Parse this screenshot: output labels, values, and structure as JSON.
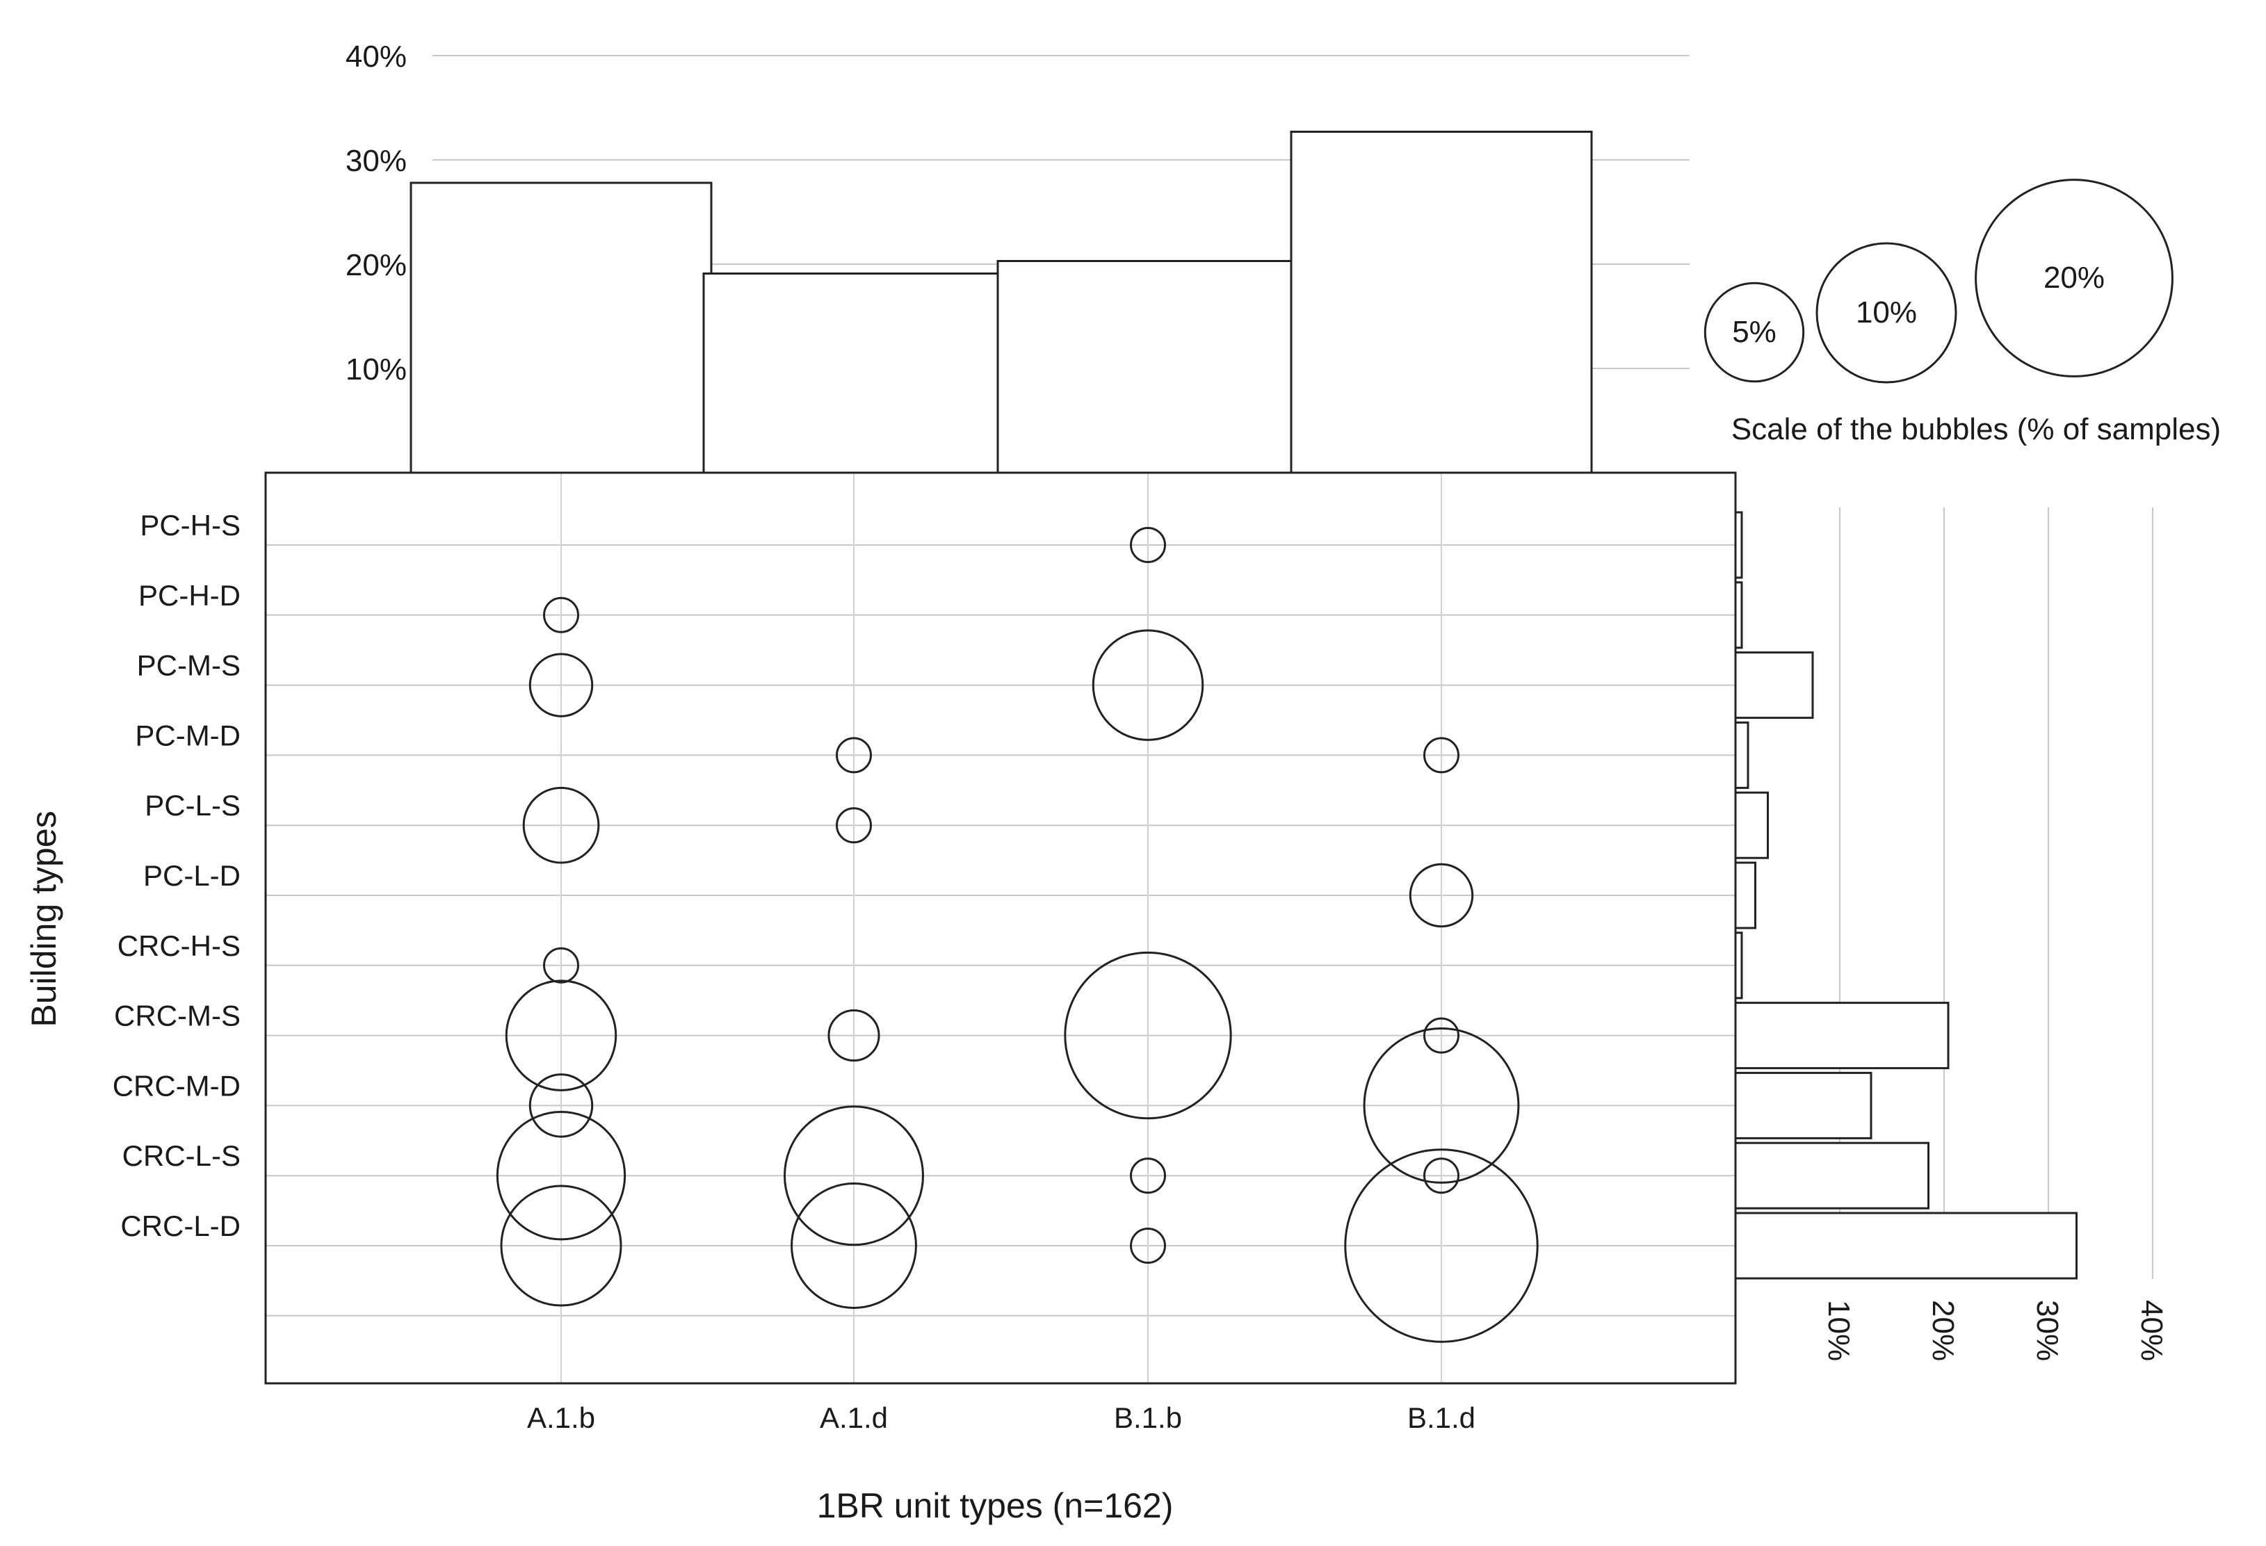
{
  "chart_data": {
    "type": "bubble",
    "xlabel": "1BR unit types (n=162)",
    "ylabel": "Building types",
    "x_categories": [
      "A.1.b",
      "A.1.d",
      "B.1.b",
      "B.1.d"
    ],
    "y_categories": [
      "PC-H-S",
      "PC-H-D",
      "PC-M-S",
      "PC-M-D",
      "PC-L-S",
      "PC-L-D",
      "CRC-H-S",
      "CRC-M-S",
      "CRC-M-D",
      "CRC-L-S",
      "CRC-L-D"
    ],
    "bubbles": [
      {
        "x": "B.1.b",
        "y": "PC-H-S",
        "value": 0.6
      },
      {
        "x": "A.1.b",
        "y": "PC-H-D",
        "value": 0.6
      },
      {
        "x": "A.1.b",
        "y": "PC-M-S",
        "value": 2.0
      },
      {
        "x": "B.1.b",
        "y": "PC-M-S",
        "value": 6.2
      },
      {
        "x": "A.1.d",
        "y": "PC-M-D",
        "value": 0.6
      },
      {
        "x": "B.1.d",
        "y": "PC-M-D",
        "value": 0.6
      },
      {
        "x": "A.1.b",
        "y": "PC-L-S",
        "value": 2.9
      },
      {
        "x": "A.1.d",
        "y": "PC-L-S",
        "value": 0.6
      },
      {
        "x": "B.1.d",
        "y": "PC-L-D",
        "value": 2.0
      },
      {
        "x": "A.1.b",
        "y": "CRC-H-S",
        "value": 0.6
      },
      {
        "x": "A.1.b",
        "y": "CRC-M-S",
        "value": 6.2
      },
      {
        "x": "A.1.d",
        "y": "CRC-M-S",
        "value": 1.3
      },
      {
        "x": "B.1.b",
        "y": "CRC-M-S",
        "value": 14.2
      },
      {
        "x": "B.1.d",
        "y": "CRC-M-S",
        "value": 0.6
      },
      {
        "x": "A.1.b",
        "y": "CRC-M-D",
        "value": 2.0
      },
      {
        "x": "B.1.d",
        "y": "CRC-M-D",
        "value": 12.3
      },
      {
        "x": "A.1.b",
        "y": "CRC-L-S",
        "value": 8.4
      },
      {
        "x": "A.1.d",
        "y": "CRC-L-S",
        "value": 9.9
      },
      {
        "x": "B.1.b",
        "y": "CRC-L-S",
        "value": 0.6
      },
      {
        "x": "B.1.d",
        "y": "CRC-L-S",
        "value": 0.6
      },
      {
        "x": "A.1.b",
        "y": "CRC-L-D",
        "value": 7.4
      },
      {
        "x": "A.1.d",
        "y": "CRC-L-D",
        "value": 8.0
      },
      {
        "x": "B.1.b",
        "y": "CRC-L-D",
        "value": 0.6
      },
      {
        "x": "B.1.d",
        "y": "CRC-L-D",
        "value": 19.1
      }
    ],
    "top_histogram": {
      "type": "bar",
      "categories": [
        "A.1.b",
        "A.1.d",
        "B.1.b",
        "B.1.d"
      ],
      "values": [
        27.8,
        19.1,
        20.3,
        32.7
      ],
      "ticks": [
        "10%",
        "20%",
        "30%",
        "40%"
      ],
      "ylim": [
        0,
        40
      ]
    },
    "right_histogram": {
      "type": "bar",
      "categories": [
        "PC-H-S",
        "PC-H-D",
        "PC-M-S",
        "PC-M-D",
        "PC-L-S",
        "PC-L-D",
        "CRC-H-S",
        "CRC-M-S",
        "CRC-M-D",
        "CRC-L-S",
        "CRC-L-D"
      ],
      "values": [
        0.6,
        0.6,
        7.4,
        1.2,
        3.1,
        1.9,
        0.6,
        20.4,
        13.0,
        18.5,
        32.7
      ],
      "ticks": [
        "10%",
        "20%",
        "30%",
        "40%"
      ],
      "xlim": [
        0,
        40
      ]
    },
    "bubble_scale": {
      "title": "Scale of the bubbles (% of samples)",
      "items": [
        {
          "label": "5%",
          "value": 5
        },
        {
          "label": "10%",
          "value": 10
        },
        {
          "label": "20%",
          "value": 20
        }
      ]
    }
  }
}
